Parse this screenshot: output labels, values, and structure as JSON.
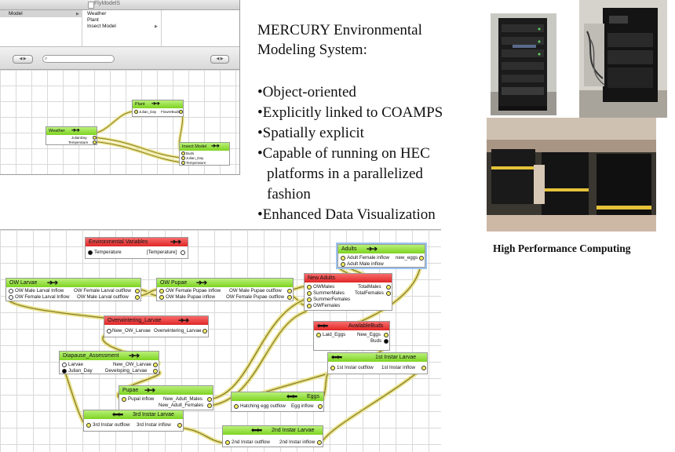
{
  "app_window": {
    "title": "FlyModelS",
    "browser": {
      "col1": [
        "Model"
      ],
      "col2": [
        "Weather",
        "Plant",
        "Insect Model"
      ]
    },
    "top_graph": {
      "nodes": {
        "plant": {
          "title": "Plant",
          "in": "Julian_Day",
          "out": "FlowerBuds"
        },
        "weather": {
          "title": "Weather",
          "out1": "JulianDay",
          "out2": "Temperature"
        },
        "insect": {
          "title": "Insect Model",
          "in1": "Buds",
          "in2": "Julian_Day",
          "in3": "Temperature"
        }
      }
    }
  },
  "slide": {
    "title_line1": "MERCURY Environmental",
    "title_line2": "Modeling System:",
    "bullets": [
      "•Object-oriented",
      "•Explicitly linked to COAMPS",
      "•Spatially explicit",
      "•Capable of running on HEC",
      "  platforms in a parallelized",
      "  fashion",
      "•Enhanced Data Visualization"
    ],
    "caption": "High Performance Computing"
  },
  "editor": {
    "nodes": {
      "env": {
        "title": "Environmental Variables",
        "in": "Temperature",
        "out": "[Temperature]"
      },
      "adults": {
        "title": "Adults",
        "in1": "Adult Female inflow",
        "in2": "Adult Male inflow",
        "out": "new_eggs"
      },
      "owlarvae": {
        "title": "OW Larvae",
        "in1": "OW Male Larval Inflow",
        "in2": "OW Female Larval Inflow",
        "out1": "OW Female Larval outflow",
        "out2": "OW Male Larval outflow"
      },
      "owpupae": {
        "title": "OW Pupae",
        "in1": "OW Female Pupae inflow",
        "in2": "OW Male Pupae inflow",
        "out1": "OW Male Pupae outflow",
        "out2": "OW Female Pupae outflow"
      },
      "newadults": {
        "title": "New Adults",
        "in1": "OWMales",
        "in2": "SummerMales",
        "in3": "SummerFemales",
        "in4": "OWFemales",
        "out1": "TotalMales",
        "out2": "TotalFemales"
      },
      "overwint": {
        "title": "Overwintering_Larvae",
        "in": "New_OW_Larvae",
        "out": "Overwintering_Larvae"
      },
      "buds": {
        "title": "AvailableBuds",
        "in": "Laid_Eggs",
        "out1": "New_Eggs",
        "out2": "Buds"
      },
      "diapause": {
        "title": "Diapause_Assessment",
        "in1": "Larvae",
        "in2": "Julian_Day",
        "out1": "New_OW_Larvae",
        "out2": "Developing_Larvae"
      },
      "l1": {
        "title": "1st Instar Larvae",
        "in": "1st Instar outflow",
        "out": "1st Instar inflow"
      },
      "pupae": {
        "title": "Pupae",
        "in": "Pupal inflow",
        "out1": "New_Adult_Males",
        "out2": "New_Adult_Females"
      },
      "eggs": {
        "title": "Eggs",
        "in": "Hatching egg outflow",
        "out": "Egg inflow"
      },
      "l3": {
        "title": "3rd Instar Larvae",
        "in": "3rd Instar outflow",
        "out": "3rd Instar inflow"
      },
      "l2": {
        "title": "2nd Instar Larvae",
        "in": "2nd Instar outflow",
        "out": "2nd Instar inflow"
      }
    }
  },
  "colors": {
    "node_green": "#7ed321",
    "node_red": "#e02727",
    "wire": "#8a7d2a",
    "pin_yellow": "#f4ee5d"
  }
}
